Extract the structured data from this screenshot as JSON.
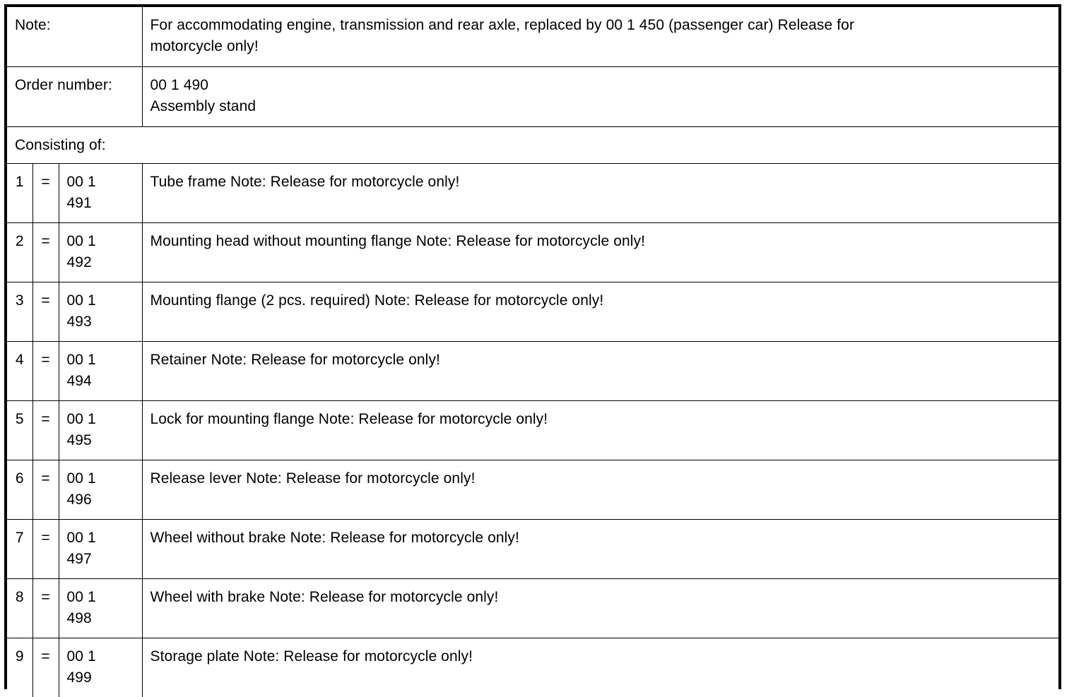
{
  "table": {
    "note": {
      "label": "Note:",
      "text_lines": [
        "For accommodating engine, transmission and rear axle, replaced by 00 1 450 (passenger car) Release for",
        "motorcycle only!"
      ]
    },
    "order_number": {
      "label": "Order number:",
      "value_lines": [
        "00 1 490",
        "Assembly stand"
      ]
    },
    "consisting_of": {
      "label": "Consisting of:"
    },
    "columns": {
      "index": "",
      "equals": "",
      "code": "",
      "description": ""
    },
    "items": [
      {
        "index": "1",
        "equals": "=",
        "code_line1": "00 1",
        "code_line2": "491",
        "description": "Tube frame Note: Release for motorcycle only!"
      },
      {
        "index": "2",
        "equals": "=",
        "code_line1": "00 1",
        "code_line2": "492",
        "description": "Mounting head without mounting flange Note: Release for motorcycle only!"
      },
      {
        "index": "3",
        "equals": "=",
        "code_line1": "00 1",
        "code_line2": "493",
        "description": "Mounting flange (2 pcs. required) Note: Release for motorcycle only!"
      },
      {
        "index": "4",
        "equals": "=",
        "code_line1": "00 1",
        "code_line2": "494",
        "description": "Retainer Note: Release for motorcycle only!"
      },
      {
        "index": "5",
        "equals": "=",
        "code_line1": "00 1",
        "code_line2": "495",
        "description": "Lock for mounting flange Note: Release for motorcycle only!"
      },
      {
        "index": "6",
        "equals": "=",
        "code_line1": "00 1",
        "code_line2": "496",
        "description": "Release lever Note: Release for motorcycle only!"
      },
      {
        "index": "7",
        "equals": "=",
        "code_line1": "00 1",
        "code_line2": "497",
        "description": "Wheel without brake Note: Release for motorcycle only!"
      },
      {
        "index": "8",
        "equals": "=",
        "code_line1": "00 1",
        "code_line2": "498",
        "description": "Wheel with brake Note: Release for motorcycle only!"
      },
      {
        "index": "9",
        "equals": "=",
        "code_line1": "00 1",
        "code_line2": "499",
        "description": "Storage plate Note: Release for motorcycle only!"
      }
    ]
  },
  "colors": {
    "border": "#000000",
    "text": "#000000",
    "background": "#ffffff"
  }
}
